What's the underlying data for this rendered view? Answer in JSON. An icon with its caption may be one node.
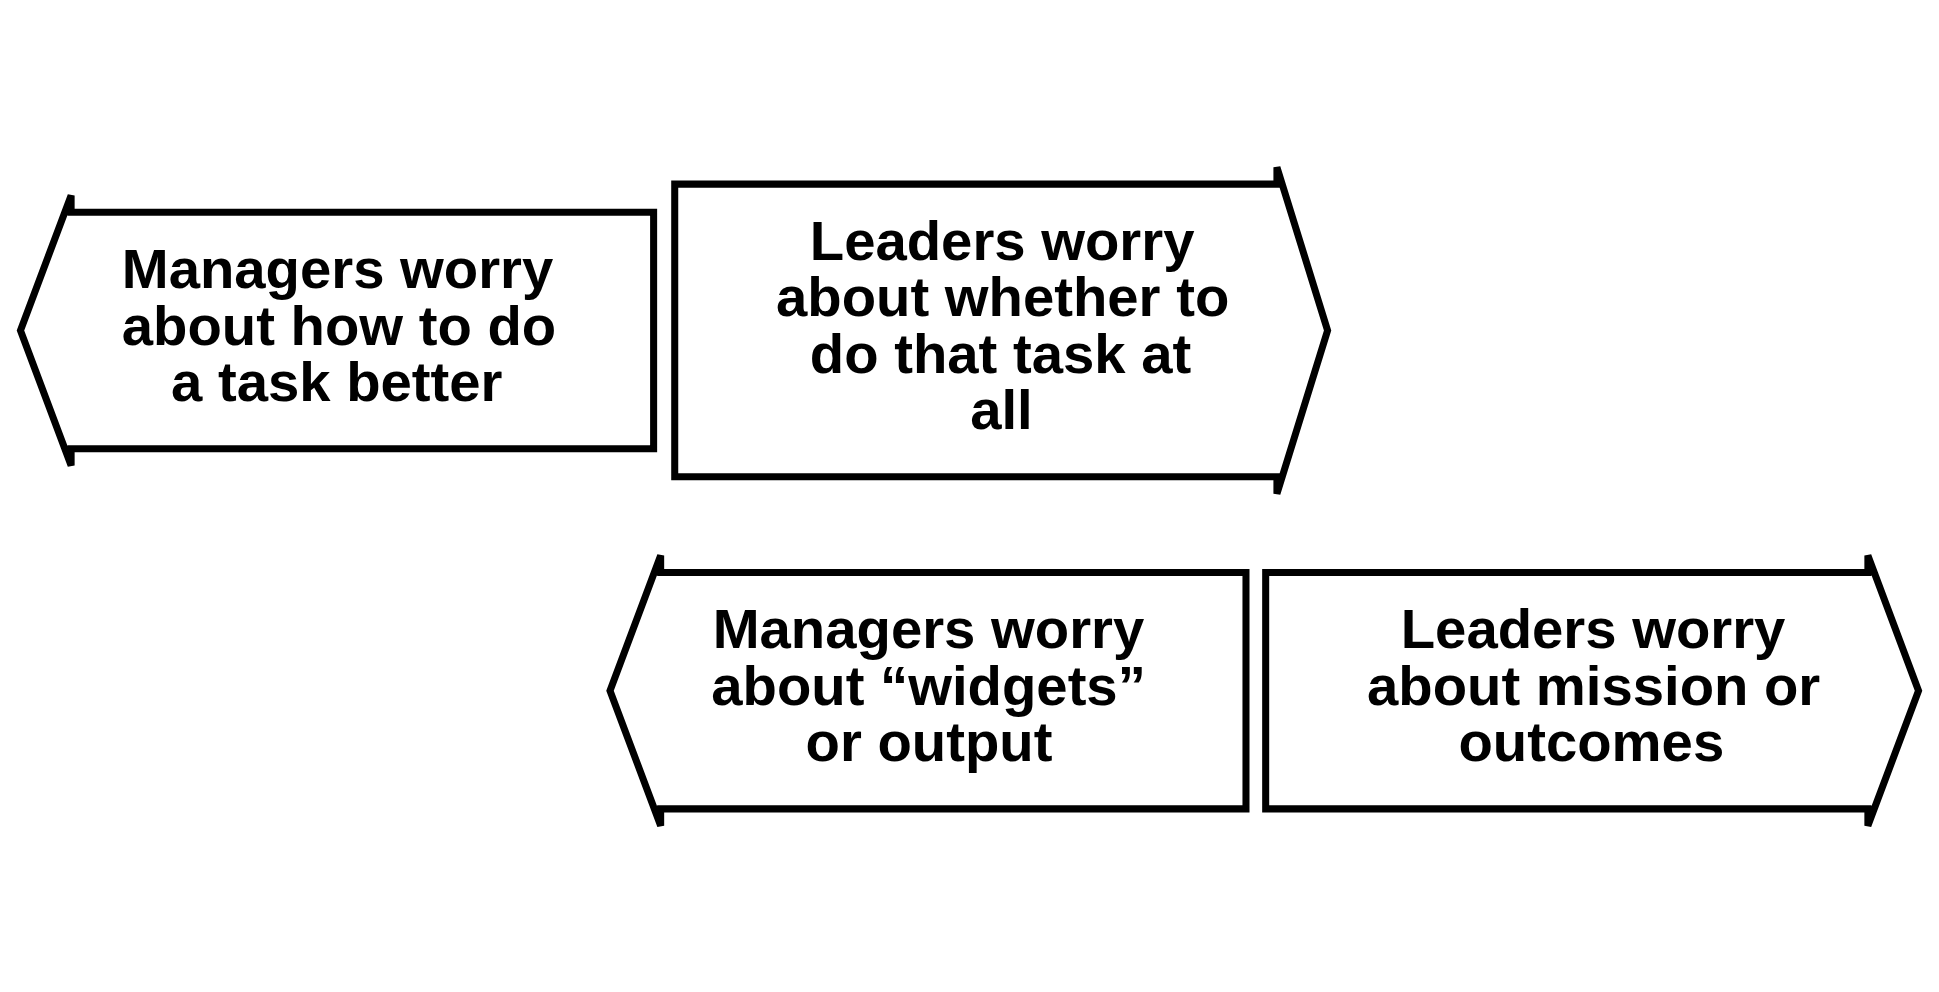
{
  "diagram": {
    "nodes": [
      {
        "text": [
          "Managers worry about how to do a task better"
        ]
      },
      {
        "text": [
          "Leaders worry about whether to do that task at all"
        ]
      },
      {
        "text": [
          "Managers worry about “widgets” or output"
        ]
      },
      {
        "text": [
          "Leaders worry about mission or outcomes"
        ]
      }
    ]
  }
}
